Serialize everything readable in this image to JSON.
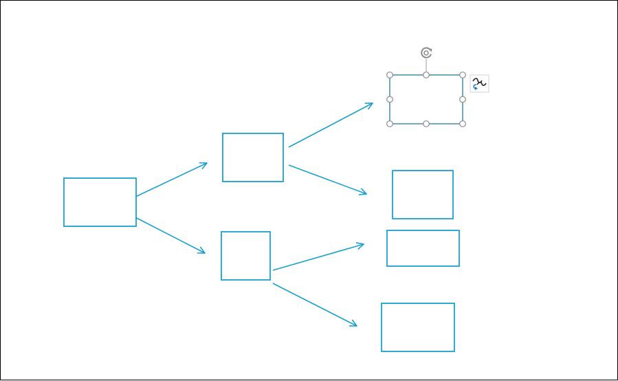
{
  "colors": {
    "shape_stroke": "#1AA0D0",
    "connector_stroke": "#1AA0D0",
    "selection_stroke": "#9C9C9C",
    "handle_fill": "#FFFFFF",
    "canvas_border": "#000000"
  },
  "shapes": [
    {
      "id": "root-box"
    },
    {
      "id": "mid-box-top"
    },
    {
      "id": "mid-box-bottom"
    },
    {
      "id": "leaf-box-1",
      "selected": true
    },
    {
      "id": "leaf-box-2"
    },
    {
      "id": "leaf-box-3"
    },
    {
      "id": "leaf-box-4"
    }
  ],
  "connectors": [
    {
      "from": "root-box",
      "to": "mid-box-top"
    },
    {
      "from": "root-box",
      "to": "mid-box-bottom"
    },
    {
      "from": "mid-box-top",
      "to": "leaf-box-1"
    },
    {
      "from": "mid-box-top",
      "to": "leaf-box-2"
    },
    {
      "from": "mid-box-bottom",
      "to": "leaf-box-3"
    },
    {
      "from": "mid-box-bottom",
      "to": "leaf-box-4"
    }
  ],
  "selection": {
    "target": "leaf-box-1",
    "rotate_handle_icon": "rotate-icon",
    "layout_options_icon": "layout-options-icon"
  }
}
